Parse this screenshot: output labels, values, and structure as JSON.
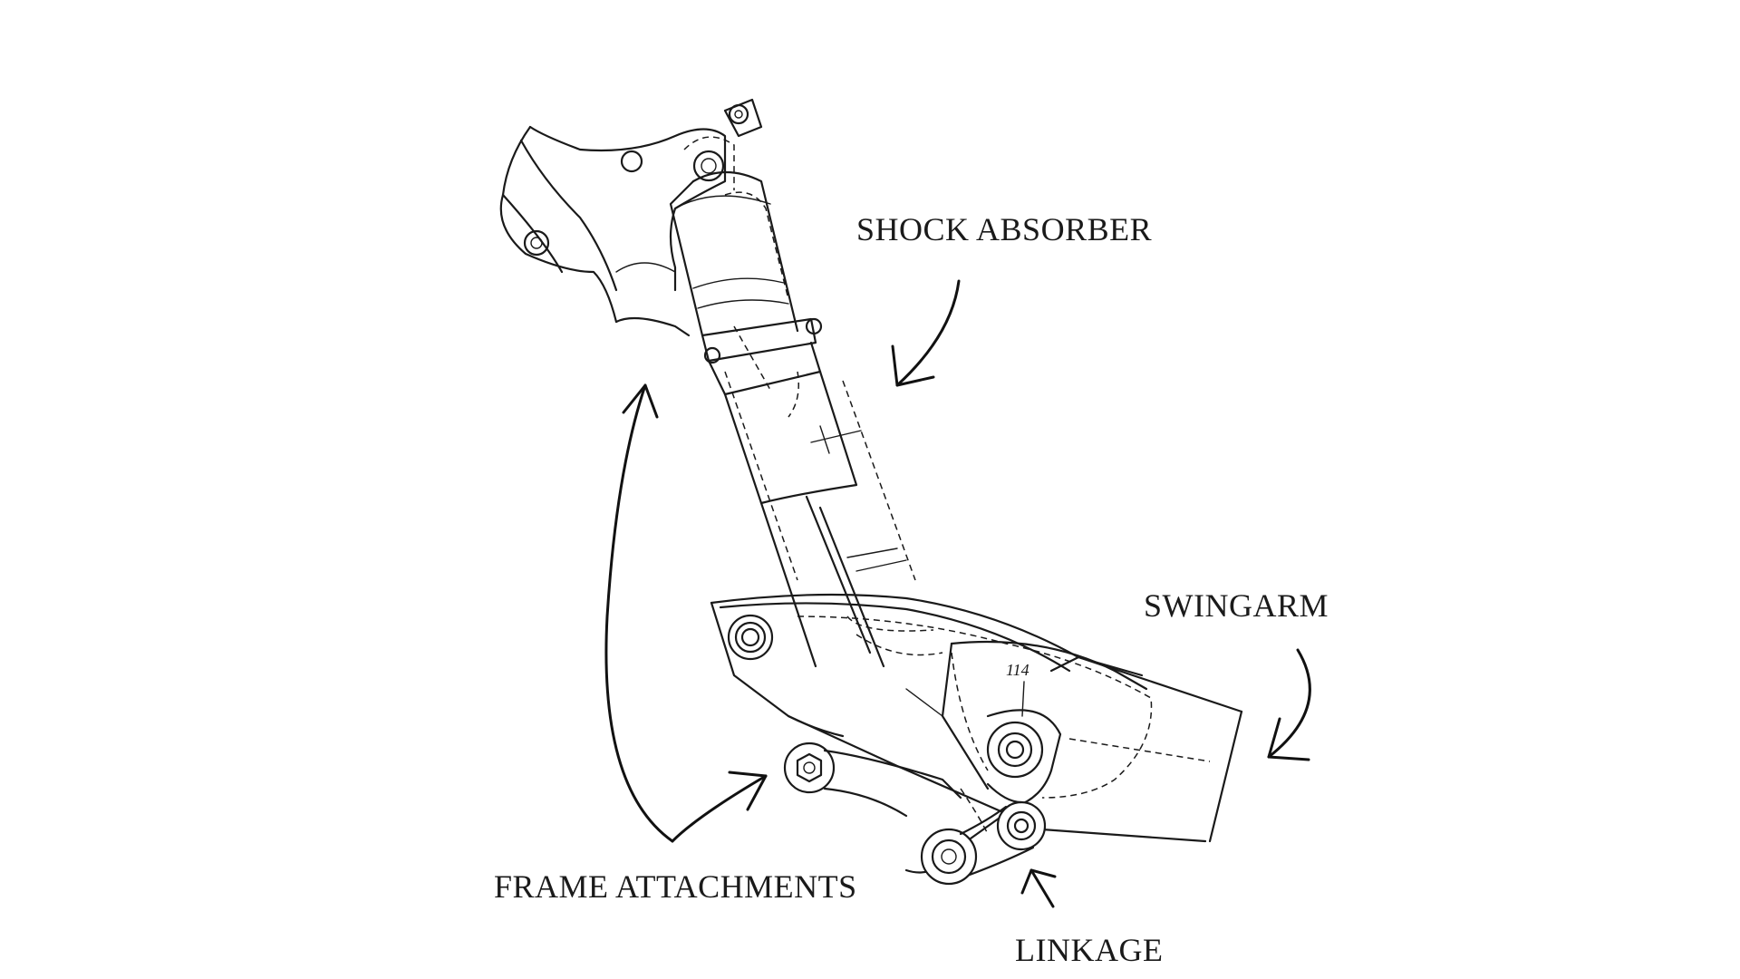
{
  "labels": {
    "shock_absorber": "SHOCK ABSORBER",
    "swingarm": "SWINGARM",
    "frame_attachments": "FRAME ATTACHMENTS",
    "linkage": "LINKAGE"
  },
  "reference_number": "114",
  "colors": {
    "line": "#1a1a1a",
    "background": "#ffffff"
  }
}
